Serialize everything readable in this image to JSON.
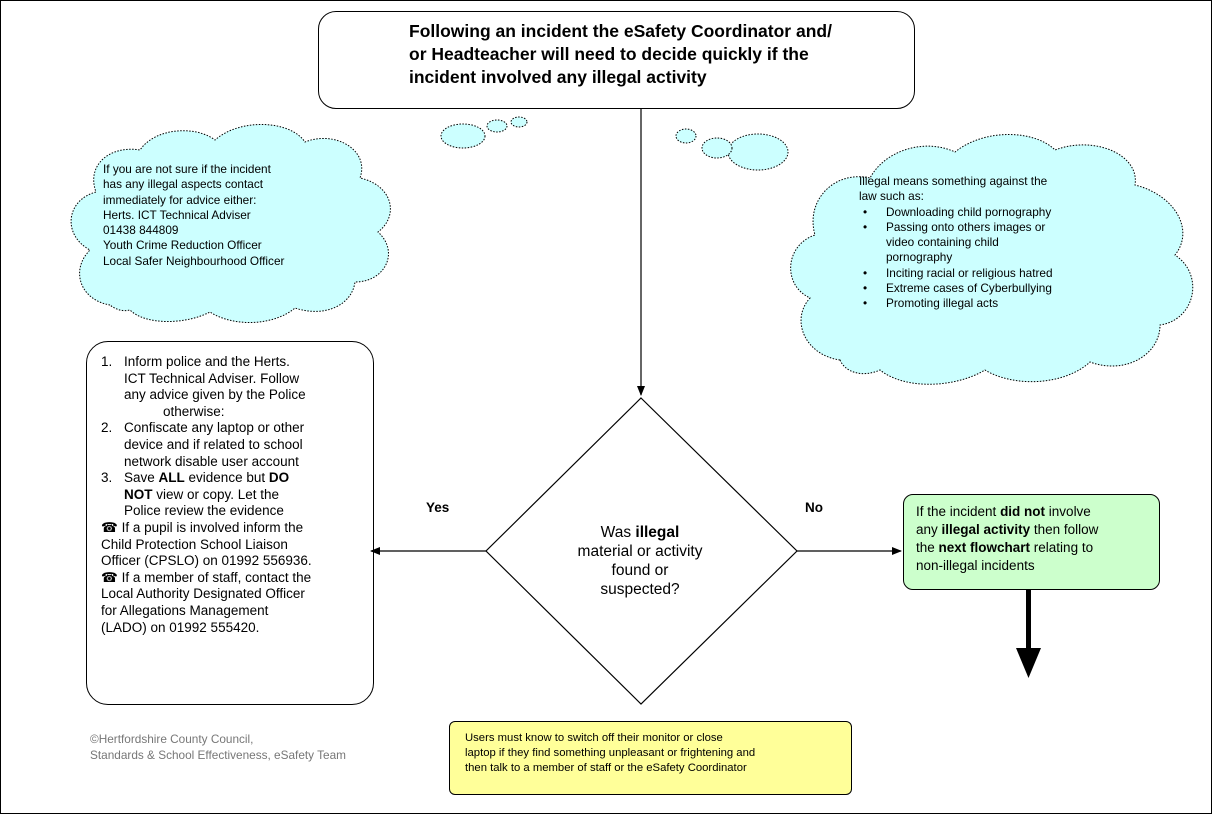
{
  "title": {
    "lines": [
      "Following an incident the eSafety Coordinator and/",
      "or Headteacher will need to decide quickly if the",
      "incident involved any illegal activity"
    ]
  },
  "cloud_left": {
    "lines": [
      "If you are not sure if the incident",
      "has any illegal aspects contact",
      "immediately for advice either:",
      "Herts. ICT Technical Adviser",
      "01438 844809",
      "Youth Crime Reduction Officer",
      "Local Safer Neighbourhood Officer"
    ]
  },
  "cloud_right": {
    "intro": [
      "Illegal means something against the",
      "law such as:"
    ],
    "bullet_glyph": "•",
    "items": [
      [
        "Downloading child pornography"
      ],
      [
        "Passing onto others images or",
        "video containing child",
        "pornography"
      ],
      [
        "Inciting racial or religious  hatred"
      ],
      [
        "Extreme cases of Cyberbullying"
      ],
      [
        "Promoting illegal acts"
      ]
    ]
  },
  "decision": {
    "line1_pre": "Was ",
    "line1_bold": "illegal",
    "line2": "material or activity",
    "line3": "found or",
    "line4": "suspected?"
  },
  "yes_label": "Yes",
  "no_label": "No",
  "actions": {
    "item1": {
      "num": "1.",
      "first": "Inform police and the Herts.",
      "rest": [
        "ICT Technical Adviser. Follow",
        "any advice given by the Police",
        "otherwise:"
      ]
    },
    "item2": {
      "num": "2.",
      "first": "Confiscate any laptop or other",
      "rest": [
        "device and if related to school",
        "network disable user account"
      ]
    },
    "item3": {
      "num": "3.",
      "pre": "Save ",
      "bold1": "ALL",
      "mid": " evidence but ",
      "bold2": "DO",
      "bold3": "NOT",
      "after": " view or copy. Let the",
      "last": "Police review the evidence"
    },
    "phone_icon": "☎",
    "pupil": [
      "If a pupil is involved inform the",
      "Child Protection School Liaison",
      "Officer (CPSLO) on 01992 556936."
    ],
    "staff": [
      "If a member  of staff, contact the",
      "Local Authority Designated Officer",
      "for Allegations Management",
      "(LADO) on 01992 555420."
    ]
  },
  "non_illegal": {
    "l1_pre": "If the incident ",
    "l1_bold": "did not",
    "l1_post": " involve",
    "l2_pre": "any ",
    "l2_bold": "illegal activity",
    "l2_post": " then follow",
    "l3_pre": "the ",
    "l3_bold": "next flowchart",
    "l3_post": " relating to",
    "l4": "non-illegal incidents"
  },
  "users_note": {
    "lines": [
      "Users must know to switch off their monitor or close",
      "laptop if they find something unpleasant or frightening and",
      "then talk to a member of staff or the eSafety Coordinator"
    ]
  },
  "copyright": {
    "symbol": "©",
    "line1": "Hertfordshire County Council,",
    "line2": "Standards & School Effectiveness, eSafety Team"
  },
  "colors": {
    "green_box": "#ccffcc",
    "yellow_box": "#ffff99",
    "cloud_fill": "#ccffff"
  }
}
